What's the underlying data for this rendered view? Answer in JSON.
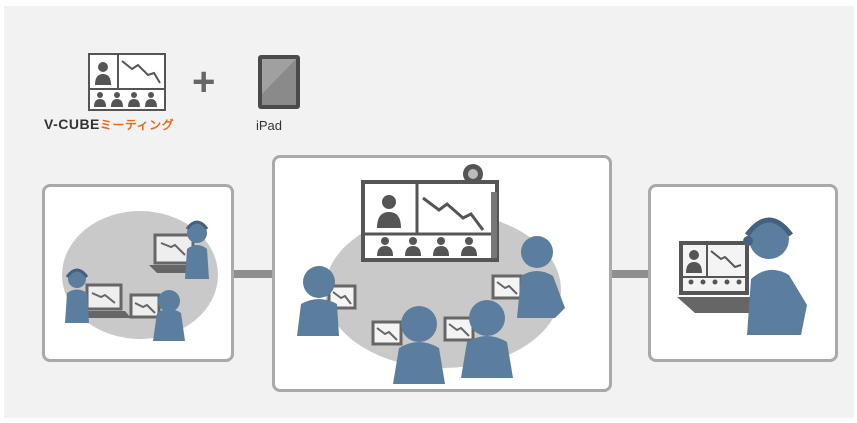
{
  "header": {
    "brand_main": "V-CUBE",
    "brand_accent": "ミーティング",
    "plus": "+",
    "device": "iPad"
  },
  "colors": {
    "background": "#f2f2f2",
    "panel_border": "#a9a9a9",
    "person": "#5b7e9e",
    "person_dark": "#44627f",
    "blob": "#c9c9c9",
    "device": "#666666",
    "accent": "#e8671e"
  },
  "icons": [
    "meeting-screen-icon",
    "plus-sign",
    "ipad-icon",
    "person-icon",
    "laptop-icon",
    "headset-icon",
    "camera-icon"
  ]
}
